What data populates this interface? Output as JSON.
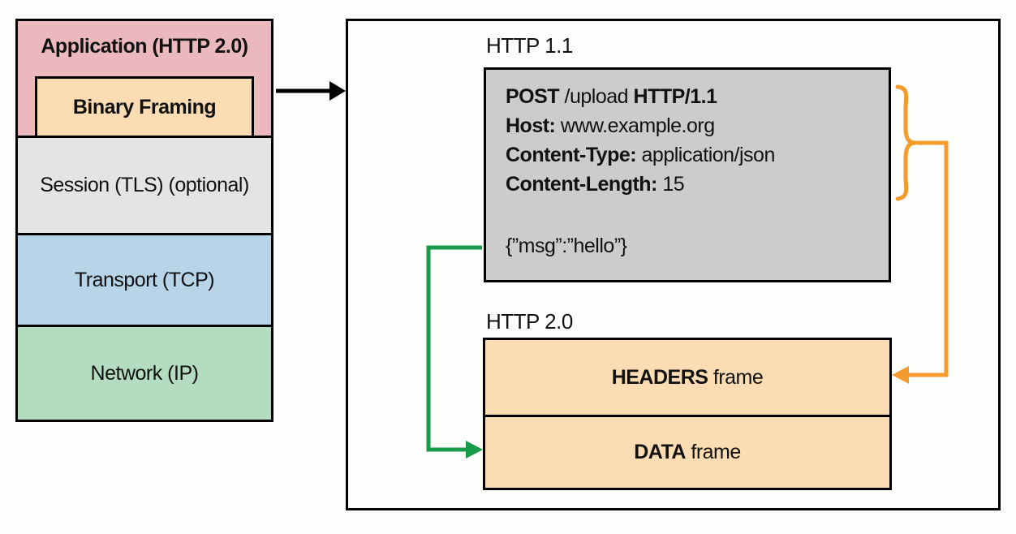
{
  "stack": {
    "application_label": "Application (HTTP 2.0)",
    "binary_framing_label": "Binary Framing",
    "session_label": "Session (TLS) (optional)",
    "transport_label": "Transport (TCP)",
    "network_label": "Network (IP)"
  },
  "panel": {
    "http11_label": "HTTP 1.1",
    "request": {
      "line1": {
        "s1": "POST",
        "s2": " /upload ",
        "s3": "HTTP/1.1"
      },
      "line2": {
        "s1": "Host:",
        "s2": " www.example.org"
      },
      "line3": {
        "s1": "Content-Type:",
        "s2": " application/json"
      },
      "line4": {
        "s1": "Content-Length:",
        "s2": " 15"
      },
      "body": "{”msg”:”hello”}"
    },
    "http20_label": "HTTP 2.0",
    "headers_frame": {
      "s1": "HEADERS",
      "s2": " frame"
    },
    "data_frame": {
      "s1": "DATA",
      "s2": " frame"
    }
  },
  "colors": {
    "application_pink": "#eab8bd",
    "binary_framing_peach": "#fcdcb2",
    "session_gray": "#e4e4e4",
    "transport_blue": "#b8d4e9",
    "network_green": "#b4dcc0",
    "request_gray": "#cccccc",
    "frame_peach": "#fcdcb2",
    "headers_arrow_orange": "#f59b2d",
    "data_arrow_green": "#189b4a",
    "line_black": "#000000"
  }
}
